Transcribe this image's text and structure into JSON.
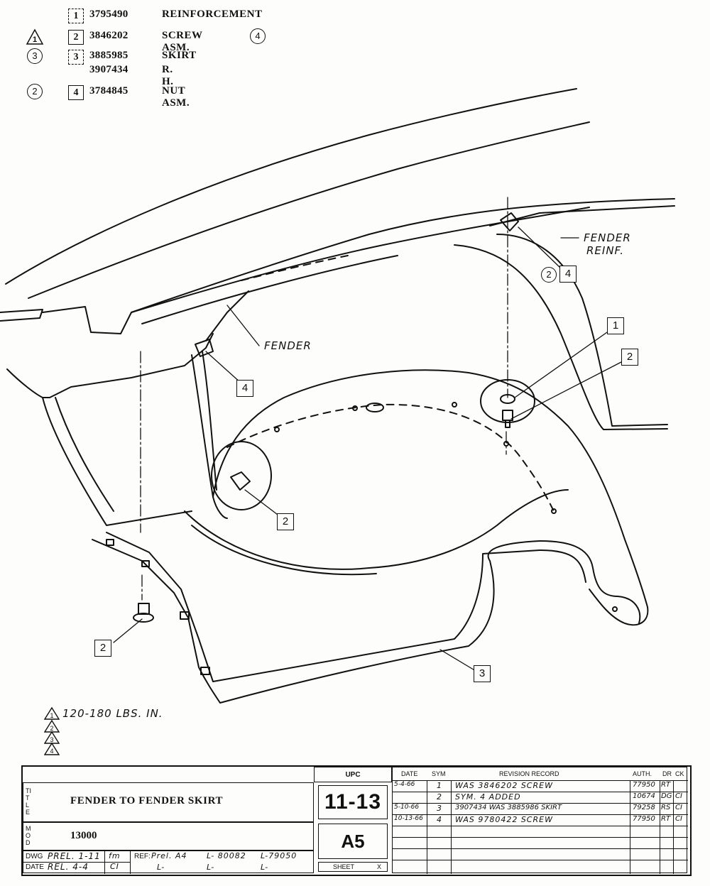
{
  "parts_list": [
    {
      "num": "1",
      "part_number": "3795490",
      "name": "REINFORCEMENT",
      "dashed": true
    },
    {
      "num": "2",
      "part_number": "3846202",
      "name": "SCREW ASM.",
      "pre_symbol": "1",
      "post_symbol": "4"
    },
    {
      "num": "3",
      "part_number": "3885985",
      "name": "SKIRT",
      "part_number_2": "3907434",
      "name_2": "R. H.",
      "pre_symbol": "3",
      "dashed": true
    },
    {
      "num": "4",
      "part_number": "3784845",
      "name": "NUT ASM.",
      "pre_symbol": "2"
    }
  ],
  "labels": {
    "fender_reinf_1": "FENDER",
    "fender_reinf_2": "REINF.",
    "fender": "FENDER",
    "callout_1": "1",
    "callout_2a": "2",
    "callout_2b": "2",
    "callout_2c": "2",
    "callout_3": "3",
    "callout_4a": "4",
    "callout_4b": "4",
    "circle_2": "2"
  },
  "torque_note": {
    "symbol": "1",
    "text": "120-180 LBS. IN.",
    "extra_symbols": [
      "2",
      "3",
      "4"
    ]
  },
  "title_block": {
    "title_label": "TITLE",
    "title": "FENDER TO FENDER SKIRT",
    "mod_label": "MOD",
    "model": "13000",
    "dwg_label": "DWG",
    "dwg_value": "PREL. 1-11",
    "dwg_initials": "fm",
    "date_label": "DATE",
    "date_value": "REL. 4-4",
    "date_initials": "CI",
    "ref_label": "REF:",
    "ref_value": "Prel. A4",
    "ref_l1": "L- 80082",
    "ref_l2": "L-79050",
    "ref_l3": "L-",
    "ref_l4": "L-",
    "ref_l5": "L-",
    "upc_label": "UPC",
    "upc": "11-13",
    "sheet_code": "A5",
    "sheet_label": "SHEET",
    "sheet_x": "X",
    "rev_headers": {
      "date": "DATE",
      "sym": "SYM",
      "record": "REVISION RECORD",
      "auth": "AUTH.",
      "dr": "DR",
      "ck": "CK"
    },
    "revisions": [
      {
        "date": "5-4-66",
        "sym": "1",
        "record": "WAS 3846202 SCREW",
        "auth": "77950",
        "dr": "RT",
        "ck": ""
      },
      {
        "date": "",
        "sym": "2",
        "record": "SYM. 4 ADDED",
        "auth": "10674",
        "dr": "DG",
        "ck": "CI"
      },
      {
        "date": "5-10-66",
        "sym": "3",
        "record": "3907434 WAS 3885986 SKIRT",
        "auth": "79258",
        "dr": "RS",
        "ck": "CI"
      },
      {
        "date": "10-13-66",
        "sym": "4",
        "record": "WAS 9780422 SCREW",
        "auth": "77950",
        "dr": "RT",
        "ck": "CI"
      }
    ]
  }
}
